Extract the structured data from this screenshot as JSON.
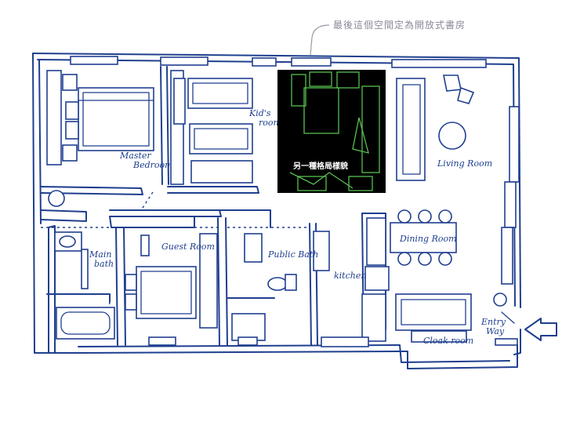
{
  "annotation": {
    "text": "最後這個空間定為開放式書房",
    "color": "#8a8a9a"
  },
  "alt_layout_label": "另一種格局樣貌",
  "rooms": {
    "master_bedroom": [
      "Master",
      "Bedroom"
    ],
    "kids_room": [
      "Kid's",
      "room"
    ],
    "living_room": "Living Room",
    "dining_room": "Dining Room",
    "main_bath": [
      "Main",
      "bath"
    ],
    "guest_room": "Guest Room",
    "public_bath": "Public Bath",
    "kitchen": "kitchen",
    "cloak_room": "Cloak room",
    "entry_way": [
      "Entry",
      "Way"
    ]
  },
  "colors": {
    "ink": "#1f3f8f",
    "highlight_bg": "#000000",
    "highlight_line": "#58c050"
  }
}
